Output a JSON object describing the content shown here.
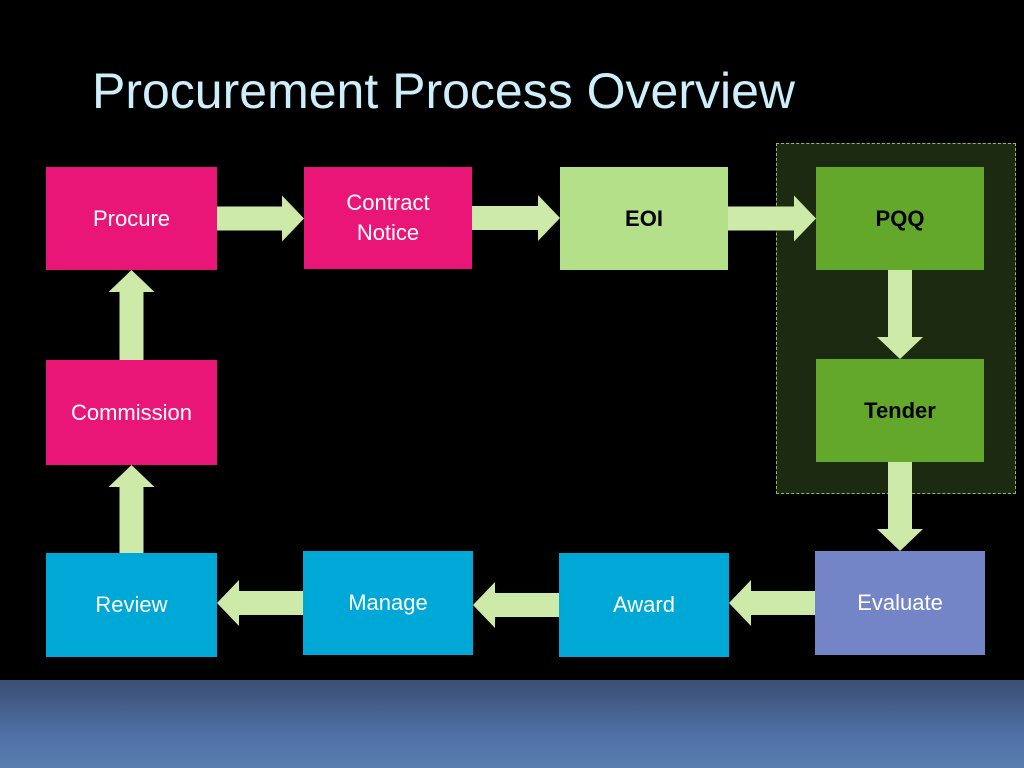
{
  "slide": {
    "title": "Procurement Process Overview"
  },
  "colors": {
    "pink": "#ea1677",
    "light_green": "#b3e088",
    "green": "#63a82a",
    "blue": "#00a8d8",
    "purple_blue": "#7385c6",
    "arrow": "#cdeaa9",
    "group_fill": "#1b2a10",
    "group_border": "#8fb86a"
  },
  "nodes": [
    {
      "id": "procure",
      "label": "Procure",
      "color": "pink",
      "bold": false,
      "text_color": "#ffffff"
    },
    {
      "id": "contract-notice",
      "label": "Contract\nNotice",
      "color": "pink",
      "bold": false,
      "text_color": "#ffffff"
    },
    {
      "id": "eoi",
      "label": "EOI",
      "color": "light_green",
      "bold": true,
      "text_color": "#000000"
    },
    {
      "id": "pqq",
      "label": "PQQ",
      "color": "green",
      "bold": true,
      "text_color": "#000000"
    },
    {
      "id": "commission",
      "label": "Commission",
      "color": "pink",
      "bold": false,
      "text_color": "#ffffff"
    },
    {
      "id": "tender",
      "label": "Tender",
      "color": "green",
      "bold": true,
      "text_color": "#000000"
    },
    {
      "id": "review",
      "label": "Review",
      "color": "blue",
      "bold": false,
      "text_color": "#ffffff"
    },
    {
      "id": "manage",
      "label": "Manage",
      "color": "blue",
      "bold": false,
      "text_color": "#ffffff"
    },
    {
      "id": "award",
      "label": "Award",
      "color": "blue",
      "bold": false,
      "text_color": "#ffffff"
    },
    {
      "id": "evaluate",
      "label": "Evaluate",
      "color": "purple_blue",
      "bold": false,
      "text_color": "#ffffff"
    }
  ],
  "edges": [
    {
      "from": "procure",
      "to": "contract-notice"
    },
    {
      "from": "contract-notice",
      "to": "eoi"
    },
    {
      "from": "eoi",
      "to": "pqq"
    },
    {
      "from": "pqq",
      "to": "tender"
    },
    {
      "from": "tender",
      "to": "evaluate"
    },
    {
      "from": "evaluate",
      "to": "award"
    },
    {
      "from": "award",
      "to": "manage"
    },
    {
      "from": "manage",
      "to": "review"
    },
    {
      "from": "review",
      "to": "commission"
    },
    {
      "from": "commission",
      "to": "procure"
    }
  ],
  "groups": [
    {
      "id": "pqq-tender-group",
      "members": [
        "pqq",
        "tender"
      ],
      "style": "dashed"
    }
  ]
}
